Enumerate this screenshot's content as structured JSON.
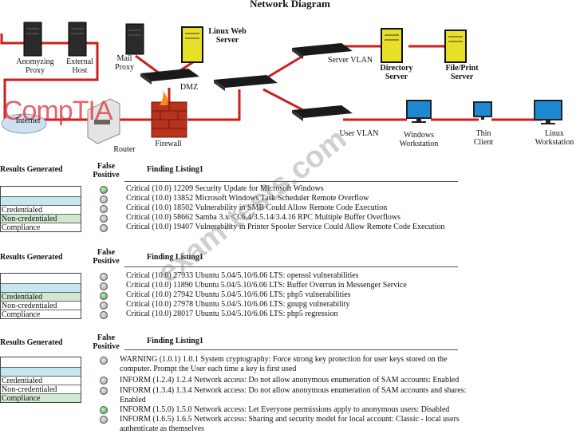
{
  "diagram": {
    "title": "Network Diagram",
    "nodes": {
      "anonymizing_proxy": "Anomyzing\nProxy",
      "external_host": "External\nHost",
      "mail_proxy": "Mail\nProxy",
      "linux_web_server": "Linux Web\nServer",
      "dmz": "DMZ",
      "server_vlan": "Server VLAN",
      "directory_server": "Directory\nServer",
      "file_print_server": "File/Print\nServer",
      "internet": "Internet",
      "router": "Router",
      "firewall": "Firewall",
      "user_vlan": "User VLAN",
      "windows_workstation": "Windows\nWorkstation",
      "thin_client": "Thin\nClient",
      "linux_workstation": "Linux\nWorkstation"
    },
    "colors": {
      "link": "#cc1f1f",
      "server": "#e8e028",
      "tower": "#2a2a2a",
      "switch": "#1a1a1a"
    }
  },
  "watermarks": {
    "logo": "CompTIA",
    "site": "exam-tests.com"
  },
  "sections": [
    {
      "results_label": "Results Generated",
      "false_positive_label": "False\nPositive",
      "finding_label": "Finding Listing1",
      "options": [
        "Credentialed",
        "Non-credentialed",
        "Compliance"
      ],
      "selected_option": "Non-credentialed",
      "findings": [
        {
          "text": "Critical (10.0) 12209 Security Update for Microsoft Windows",
          "checked": true
        },
        {
          "text": "Critical (10.0) 13852 Microsoft Windows Task Scheduler Remote Overflow",
          "checked": false
        },
        {
          "text": "Critical (10.0) 18502 Vulnerability in SMB Could Allow Remote Code Execution",
          "checked": false
        },
        {
          "text": "Critical (10.0) 58662 Samba 3.x <3.6.4/3.5.14/3.4.16 RPC Multiple Buffer Overflows",
          "checked": false
        },
        {
          "text": "Critical (10.0) 19407 Vulnerability in Printer Spooler Service Could Allow Remote Code Execution",
          "checked": false
        }
      ]
    },
    {
      "results_label": "Results Generated",
      "false_positive_label": "False\nPositive",
      "finding_label": "Finding Listing1",
      "options": [
        "Credentialed",
        "Non-credentialed",
        "Compliance"
      ],
      "selected_option": "Credentialed",
      "findings": [
        {
          "text": "Critical (10.0) 27933 Ubuntu 5.04/5.10/6.06 LTS: openssl vulnerabilities",
          "checked": false
        },
        {
          "text": "Critical (10.0) 11890 Ubuntu 5.04/5.10/6.06 LTS: Buffer Overrun in Messenger Service",
          "checked": false
        },
        {
          "text": "Critical (10.0) 27942 Ubuntu 5.04/5.10/6.06 LTS: php5 vulnerabilities",
          "checked": true
        },
        {
          "text": "Critical (10.0) 27978 Ubuntu 5.04/5.10/6.06 LTS: gnupg vulnerability",
          "checked": false
        },
        {
          "text": "Critical (10.0) 28017 Ubuntu 5.04/5.10/6.06 LTS: php5 regression",
          "checked": false
        }
      ]
    },
    {
      "results_label": "Results Generated",
      "false_positive_label": "False\nPositive",
      "finding_label": "Finding Listing1",
      "options": [
        "Credentialed",
        "Non-credentialed",
        "Compliance"
      ],
      "selected_option": "Compliance",
      "findings": [
        {
          "text": "WARNING (1.0.1) 1.0.1 System cryptography: Force strong key protection for user keys stored on the computer. Prompt the User each time a key is first used",
          "checked": false
        },
        {
          "text": "INFORM (1.2.4) 1.2.4 Network access: Do not allow anonymous enumeration of SAM accounts: Enabled",
          "checked": false
        },
        {
          "text": "INFORM (1.3.4) 1.3.4 Network access: Do not allow anonymous enumeration of SAM accounts and shares: Enabled",
          "checked": false
        },
        {
          "text": "INFORM (1.5.0) 1.5.0 Network access: Let Everyone permissions apply to anonymous users: Disabled",
          "checked": true
        },
        {
          "text": "INFORM (1.6.5) 1.6.5 Network access: Sharing and security model for local account: Classic - local users authenticate as themselves",
          "checked": false
        }
      ]
    }
  ]
}
